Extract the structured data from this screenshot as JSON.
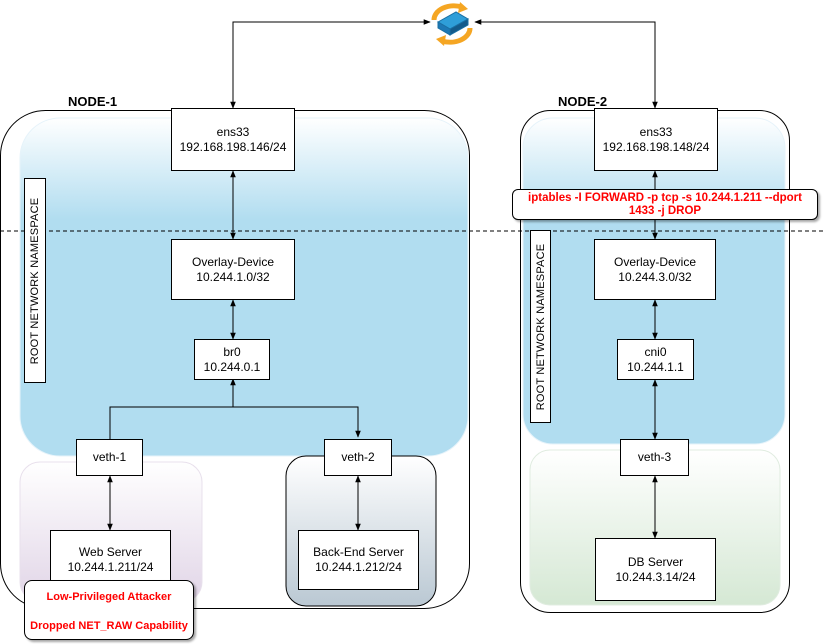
{
  "nodes": {
    "node1": {
      "title": "NODE-1",
      "namespace_label": "ROOT NETWORK NAMESPACE",
      "ens33": {
        "name": "ens33",
        "ip": "192.168.198.146/24"
      },
      "overlay": {
        "name": "Overlay-Device",
        "ip": "10.244.1.0/32"
      },
      "bridge": {
        "name": "br0",
        "ip": "10.244.0.1"
      },
      "veth1": {
        "name": "veth-1"
      },
      "veth2": {
        "name": "veth-2"
      },
      "web": {
        "name": "Web Server",
        "ip": "10.244.1.211/24"
      },
      "backend": {
        "name": "Back-End Server",
        "ip": "10.244.1.212/24"
      },
      "attacker": {
        "line1": "Low-Privileged Attacker",
        "line2": "Dropped NET_RAW Capability"
      }
    },
    "node2": {
      "title": "NODE-2",
      "namespace_label": "ROOT NETWORK NAMESPACE",
      "ens33": {
        "name": "ens33",
        "ip": "192.168.198.148/24"
      },
      "overlay": {
        "name": "Overlay-Device",
        "ip": "10.244.3.0/32"
      },
      "bridge": {
        "name": "cni0",
        "ip": "10.244.1.1"
      },
      "veth3": {
        "name": "veth-3"
      },
      "db": {
        "name": "DB Server",
        "ip": "10.244.3.14/24"
      },
      "iptables": {
        "line1": "iptables -I FORWARD -p tcp -s 10.244.1.211 --dport",
        "line2": "1433 -j DROP"
      }
    }
  },
  "switch_icon": "network-switch-sync-icon",
  "colors": {
    "namespace_blue": "#b1ddf0",
    "pod_purple": "#e1d5e7",
    "pod_gray": "#bac8d3",
    "pod_green": "#d5e8d4",
    "alert_red": "#ff0000"
  }
}
